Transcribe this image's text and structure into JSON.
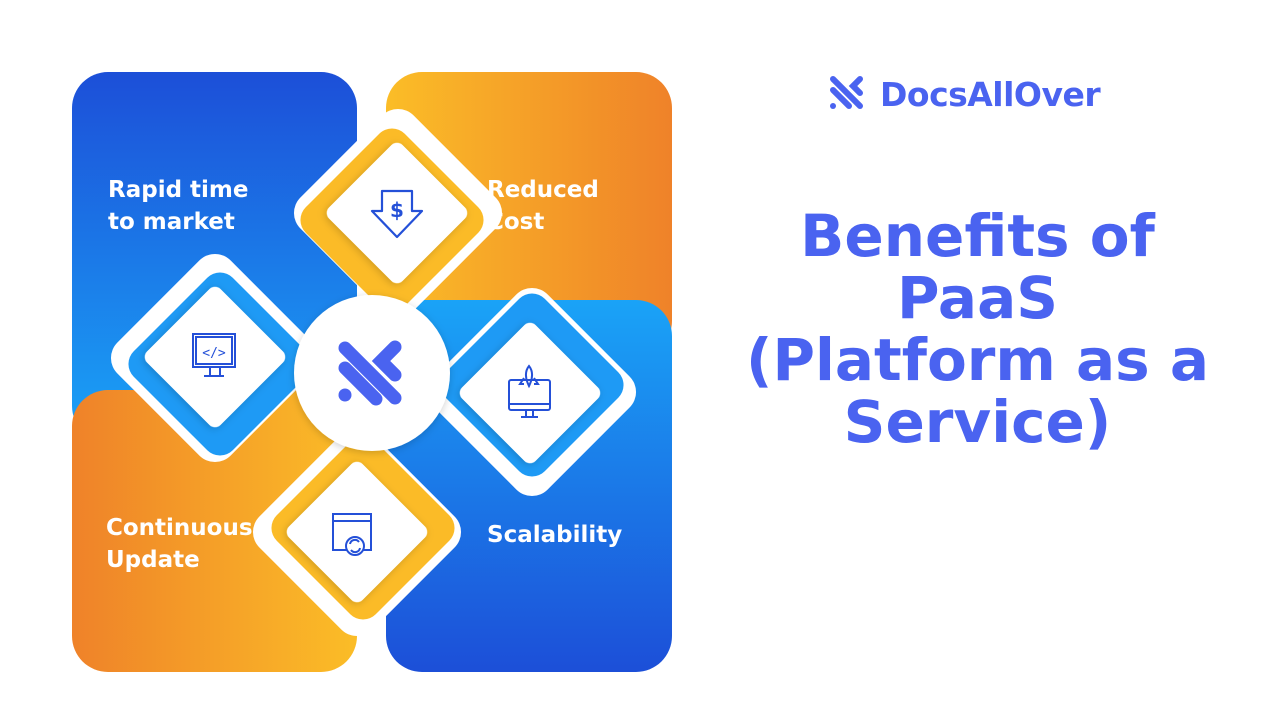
{
  "brand": {
    "name": "DocsAllOver"
  },
  "title": {
    "lines": [
      "Benefits of",
      "PaaS",
      "(Platform as a",
      "Service)"
    ]
  },
  "benefits": [
    {
      "label_lines": [
        "Rapid time",
        "to market"
      ],
      "icon": "code-monitor-icon"
    },
    {
      "label_lines": [
        "Reduced",
        "Cost"
      ],
      "icon": "dollar-down-arrow-icon"
    },
    {
      "label_lines": [
        "Scalability"
      ],
      "icon": "rocket-monitor-icon"
    },
    {
      "label_lines": [
        "Continuous",
        "Update"
      ],
      "icon": "browser-refresh-icon"
    }
  ],
  "colors": {
    "blue": "#1e5be0",
    "orange": "#f08a2a",
    "yellow": "#fbbb27",
    "accent": "#4a63f0"
  }
}
